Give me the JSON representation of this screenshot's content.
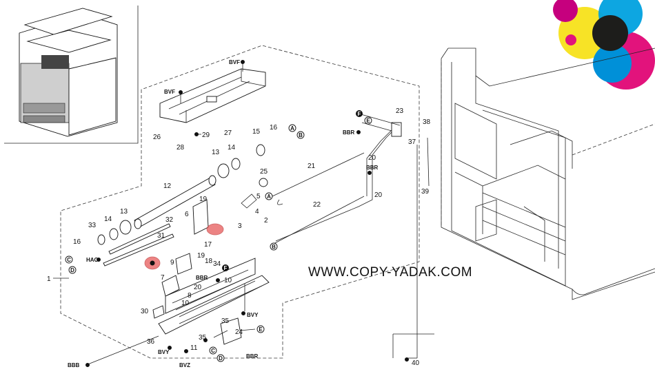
{
  "watermark": "WWW.COPY-YADAK.COM",
  "logo": {
    "colors": [
      "#e2137c",
      "#00a1df",
      "#f7e21a",
      "#1d1d1b",
      "#c6007e",
      "#0090d8"
    ]
  },
  "highlight_color": "#e65a5a",
  "callouts": {
    "n1": "1",
    "n2": "2",
    "n3": "3",
    "n4": "4",
    "n5": "5",
    "n6": "6",
    "n7": "7",
    "n8": "8",
    "n9": "9",
    "n10a": "10",
    "n10b": "10",
    "n11": "11",
    "n12": "12",
    "n13a": "13",
    "n13b": "13",
    "n14a": "14",
    "n14b": "14",
    "n15": "15",
    "n16a": "16",
    "n16b": "16",
    "n17": "17",
    "n18": "18",
    "n19a": "19",
    "n19b": "19",
    "n20a": "20",
    "n20b": "20",
    "n20c": "20",
    "n21": "21",
    "n22": "22",
    "n23": "23",
    "n24": "24",
    "n25": "25",
    "n26": "26",
    "n27": "27",
    "n28": "28",
    "n29": "29",
    "n30": "30",
    "n31": "31",
    "n32": "32",
    "n33": "33",
    "n34": "34",
    "n35a": "35",
    "n35b": "35",
    "n36": "36",
    "n37": "37",
    "n38": "38",
    "n39": "39",
    "n40": "40"
  },
  "refs": {
    "bvf1": "BVF",
    "bvf2": "BVF",
    "bbr1": "BBR",
    "bbr2": "BBR",
    "bbr3": "BBR",
    "bbr4": "BBR",
    "hao": "HAO",
    "bvy1": "BVY",
    "bvy2": "BVY",
    "bvz": "BVZ",
    "bbb": "BBB"
  },
  "markers": {
    "a": "A",
    "b": "B",
    "c": "C",
    "d": "D",
    "e": "E",
    "f": "F"
  }
}
